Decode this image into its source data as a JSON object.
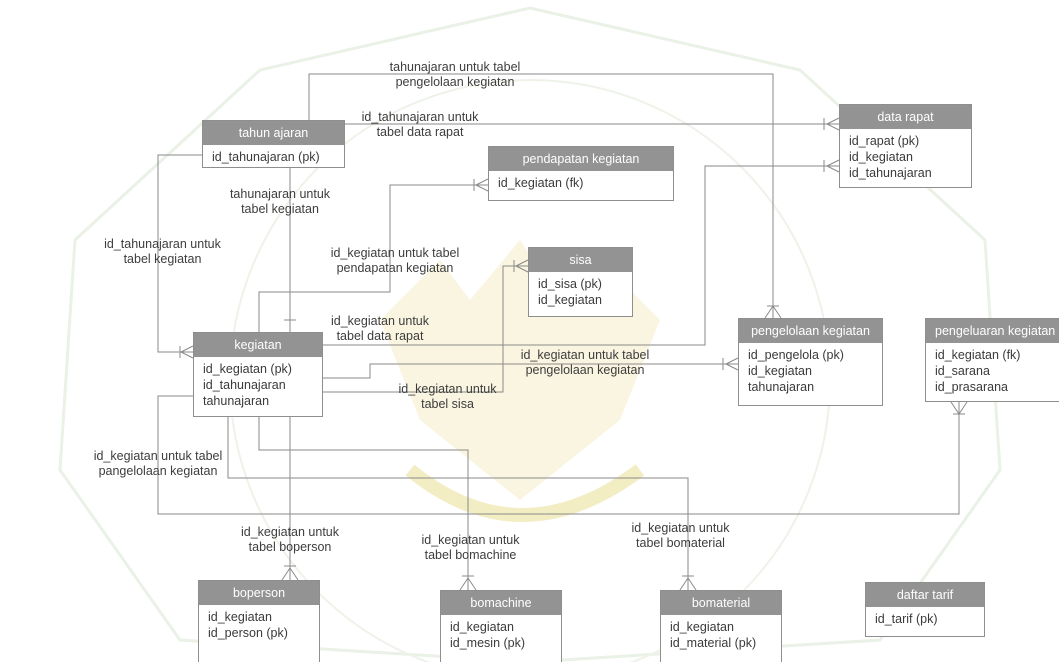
{
  "entities": {
    "tahun_ajaran": {
      "title": "tahun ajaran",
      "fields": [
        "id_tahunajaran (pk)"
      ]
    },
    "data_rapat": {
      "title": "data rapat",
      "fields": [
        "id_rapat (pk)",
        "id_kegiatan",
        "id_tahunajaran"
      ]
    },
    "pendapatan_kegiatan": {
      "title": "pendapatan kegiatan",
      "fields": [
        "id_kegiatan (fk)"
      ]
    },
    "sisa": {
      "title": "sisa",
      "fields": [
        "id_sisa (pk)",
        "id_kegiatan"
      ]
    },
    "kegiatan": {
      "title": "kegiatan",
      "fields": [
        "id_kegiatan (pk)",
        "id_tahunajaran",
        "tahunajaran"
      ]
    },
    "pengelolaan_kegiatan": {
      "title": "pengelolaan kegiatan",
      "fields": [
        "id_pengelola (pk)",
        "id_kegiatan",
        "tahunajaran"
      ]
    },
    "pengeluaran_kegiatan": {
      "title": "pengeluaran kegiatan",
      "fields": [
        "id_kegiatan (fk)",
        "id_sarana",
        "id_prasarana"
      ]
    },
    "boperson": {
      "title": "boperson",
      "fields": [
        "id_kegiatan",
        "id_person (pk)"
      ]
    },
    "bomachine": {
      "title": "bomachine",
      "fields": [
        "id_kegiatan",
        "id_mesin (pk)"
      ]
    },
    "bomaterial": {
      "title": "bomaterial",
      "fields": [
        "id_kegiatan",
        "id_material (pk)"
      ]
    },
    "daftar_tarif": {
      "title": "daftar tarif",
      "fields": [
        "id_tarif (pk)"
      ]
    }
  },
  "relations": {
    "r1": "tahunajaran untuk tabel pengelolaan kegiatan",
    "r2": "id_tahunajaran untuk tabel data rapat",
    "r3": "tahunajaran untuk tabel kegiatan",
    "r4": "id_tahunajaran untuk tabel kegiatan",
    "r5": "id_kegiatan untuk tabel pendapatan kegiatan",
    "r6": "id_kegiatan untuk tabel data rapat",
    "r7": "id_kegiatan untuk tabel pengelolaan kegiatan",
    "r8": "id_kegiatan untuk tabel sisa",
    "r9": "id_kegiatan untuk tabel pangelolaan kegiatan",
    "r10": "id_kegiatan untuk tabel boperson",
    "r11": "id_kegiatan untuk tabel bomachine",
    "r12": "id_kegiatan untuk tabel bomaterial"
  },
  "colors": {
    "header": "#939393",
    "border": "#8e8e8e",
    "line": "#8a8a8a",
    "watermark": "#eaf1e6",
    "watermark_gold": "#f5efc8"
  }
}
